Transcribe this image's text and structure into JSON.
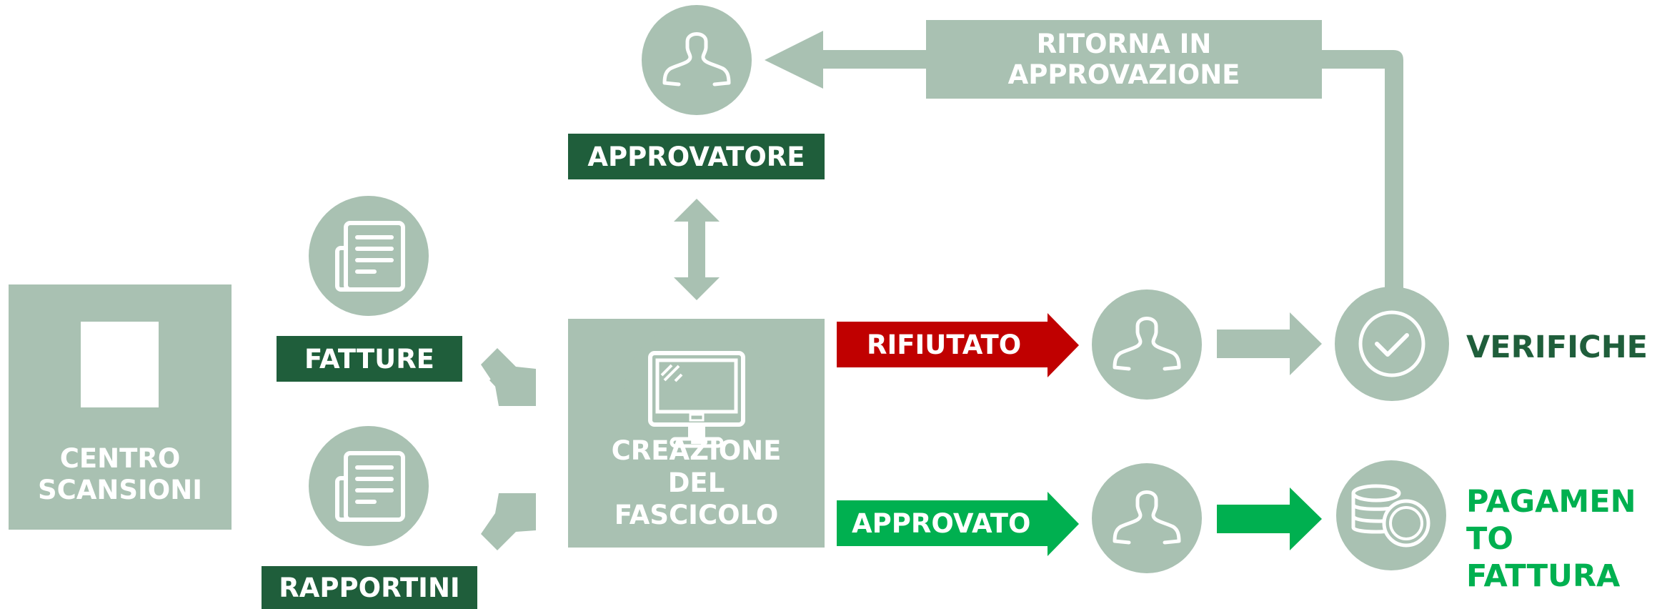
{
  "colors": {
    "sage": "#a9c1b2",
    "dark_green": "#1f5e3b",
    "bright_green": "#00b050",
    "red": "#c00000",
    "white": "#ffffff"
  },
  "nodes": {
    "centro_scansioni": {
      "label": "CENTRO\nSCANSIONI",
      "icon": "square-icon"
    },
    "fatture": {
      "label": "FATTURE",
      "icon": "document-icon"
    },
    "rapportini": {
      "label": "RAPPORTINI",
      "icon": "document-icon"
    },
    "creazione": {
      "label": "CREAZIONE\nDEL\nFASCICOLO",
      "icon": "monitor-icon"
    },
    "approvatore": {
      "label": "APPROVATORE",
      "icon": "user-icon"
    },
    "ritorna": {
      "label": "RITORNA IN\nAPPROVAZIONE"
    },
    "rifiutato": {
      "label": "RIFIUTATO",
      "icon": "user-icon"
    },
    "approvato": {
      "label": "APPROVATO",
      "icon": "user-icon"
    },
    "verifiche": {
      "label": "VERIFICHE",
      "icon": "check-circle-icon"
    },
    "pagamento": {
      "label": "PAGAMEN\nTO\nFATTURA",
      "icon": "coins-euro-icon"
    }
  }
}
